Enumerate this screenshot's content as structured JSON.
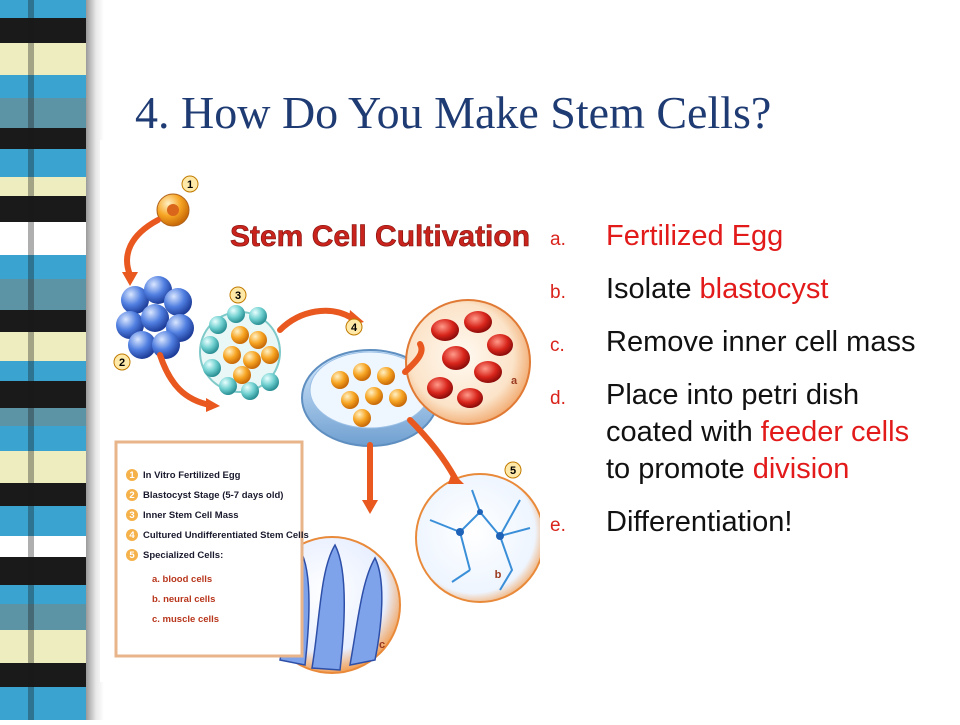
{
  "slide": {
    "title": "4. How Do You Make Stem Cells?"
  },
  "figure": {
    "heading": "Stem Cell Cultivation",
    "step_numbers": [
      "1",
      "2",
      "3",
      "4",
      "5"
    ],
    "sub_letters": [
      "a",
      "b",
      "c"
    ],
    "legend": {
      "items": [
        "In Vitro Fertilized Egg",
        "Blastocyst Stage (5-7 days old)",
        "Inner Stem Cell Mass",
        "Cultured Undifferentiated Stem Cells",
        "Specialized Cells:"
      ],
      "sub_items": [
        "a.  blood cells",
        "b.  neural cells",
        "c.  muscle cells"
      ]
    }
  },
  "steps": [
    {
      "marker": "a.",
      "parts": [
        {
          "text": "Fertilized Egg",
          "highlight": true
        }
      ]
    },
    {
      "marker": "b.",
      "parts": [
        {
          "text": "Isolate ",
          "highlight": false
        },
        {
          "text": "blastocyst",
          "highlight": true
        }
      ]
    },
    {
      "marker": "c.",
      "parts": [
        {
          "text": "Remove inner cell mass",
          "highlight": false
        }
      ]
    },
    {
      "marker": "d.",
      "parts": [
        {
          "text": "Place into petri dish coated with ",
          "highlight": false
        },
        {
          "text": "feeder cells",
          "highlight": true
        },
        {
          "text": " to promote ",
          "highlight": false
        },
        {
          "text": "division",
          "highlight": true
        }
      ]
    },
    {
      "marker": "e.",
      "parts": [
        {
          "text": "Differentiation!",
          "highlight": false
        }
      ]
    }
  ],
  "colors": {
    "title": "#1f3b73",
    "highlight": "#e21a1a",
    "marker": "#d9231b",
    "figure_heading": "#c8231c",
    "arrow": "#e8581f",
    "stripes": [
      "#3aa3cf",
      "#1a1a1a",
      "#ededc0",
      "#5c94a6",
      "#ffffff"
    ]
  }
}
